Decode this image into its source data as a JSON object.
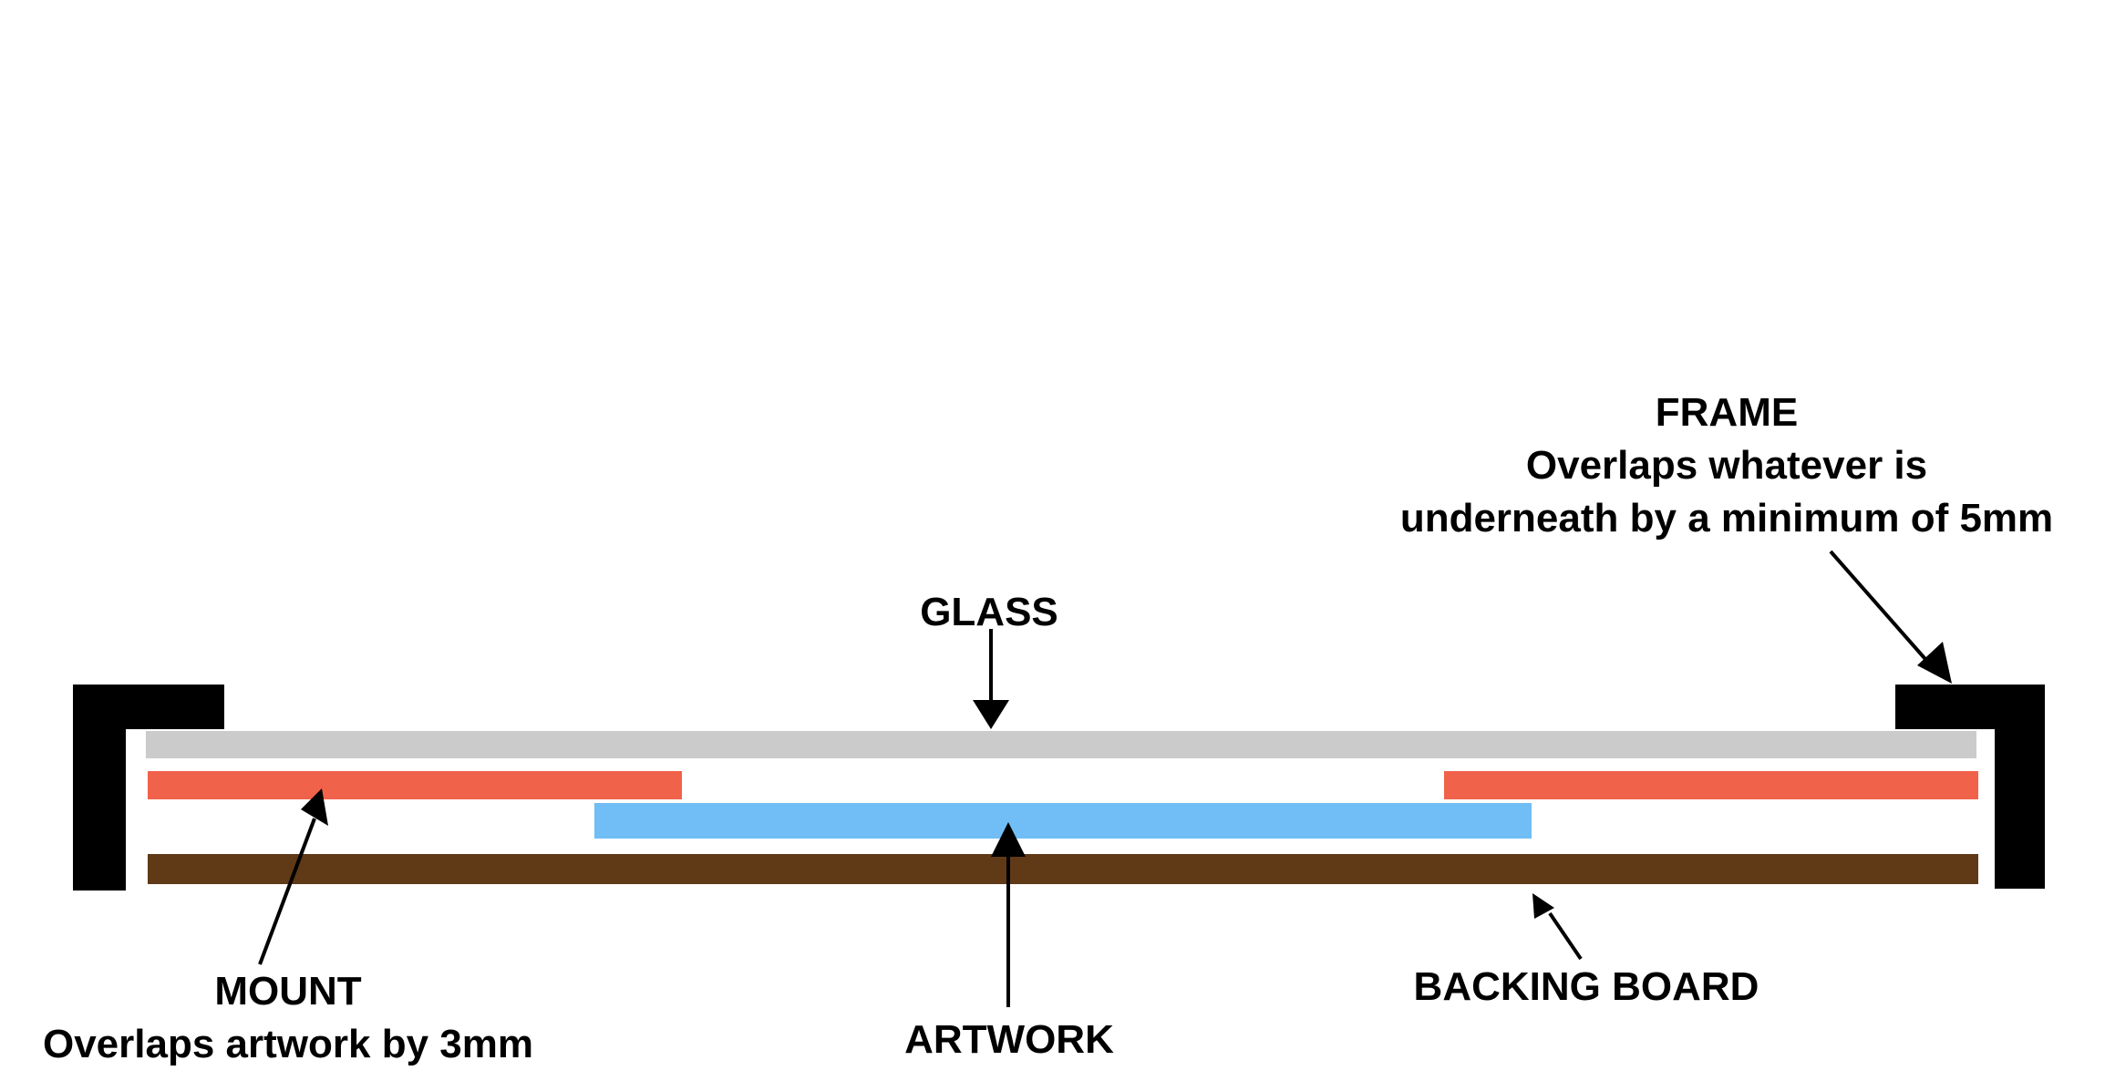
{
  "title": "Picture framing cross-section",
  "colors": {
    "frame": "#000000",
    "glass": "#cbcbcb",
    "mount": "#f1624b",
    "artwork": "#71bdf5",
    "backing_board": "#603916",
    "arrow": "#000000"
  },
  "labels": {
    "frame": {
      "title": "FRAME",
      "line1": "Overlaps whatever is",
      "line2": "underneath by a minimum of 5mm"
    },
    "glass": {
      "title": "GLASS"
    },
    "mount": {
      "title": "MOUNT",
      "line1": "Overlaps artwork by 3mm"
    },
    "artwork": {
      "title": "ARTWORK"
    },
    "backing_board": {
      "title": "BACKING BOARD"
    }
  }
}
